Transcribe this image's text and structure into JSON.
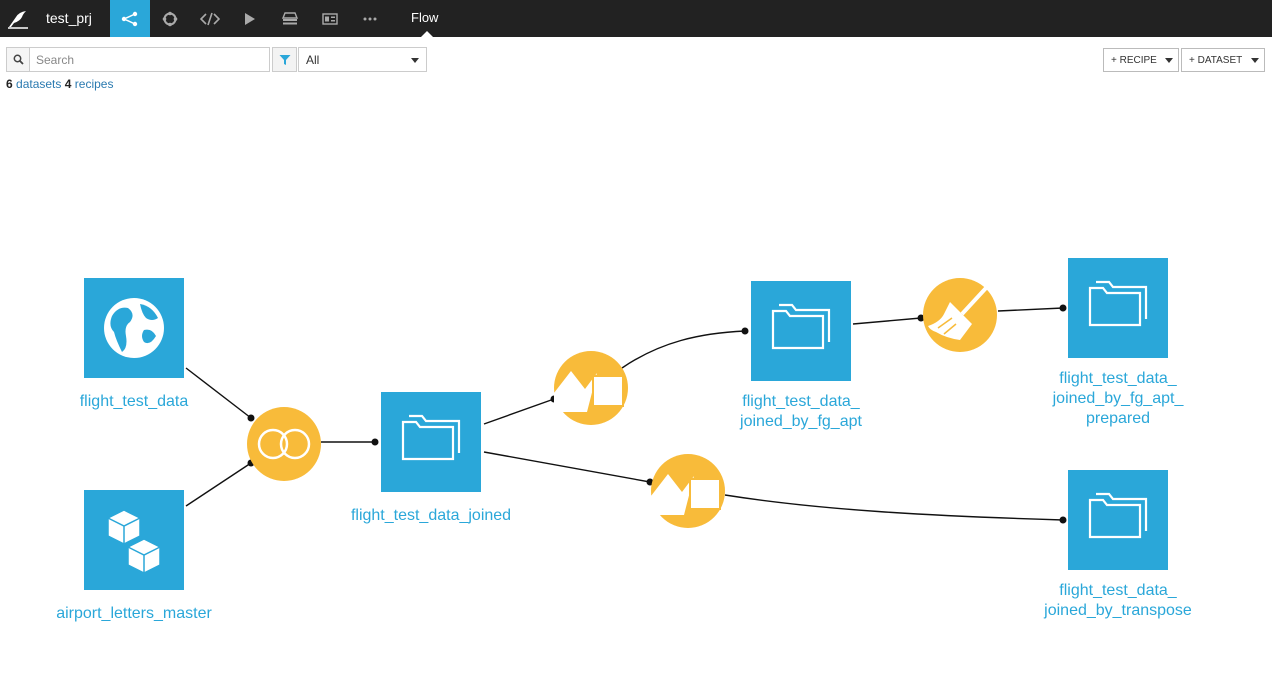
{
  "project": {
    "name": "test_prj"
  },
  "nav": {
    "title": "Flow",
    "icons": [
      "flow-icon",
      "jobs-icon",
      "code-icon",
      "run-icon",
      "notebooks-icon",
      "dashboard-icon",
      "more-icon"
    ]
  },
  "search": {
    "placeholder": "Search",
    "value": ""
  },
  "filter": {
    "selected": "All"
  },
  "counts": {
    "datasets_count": "6",
    "datasets_label": "datasets",
    "recipes_count": "4",
    "recipes_label": "recipes"
  },
  "toolbar": {
    "recipe_label": "+ RECIPE",
    "dataset_label": "+ DATASET"
  },
  "flow": {
    "datasets": {
      "flight_test_data": "flight_test_data",
      "airport_letters_master": "airport_letters_master",
      "joined": "flight_test_data_joined",
      "by_fg_apt": "flight_test_data_\njoined_by_fg_apt",
      "prepared": "flight_test_data_\njoined_by_fg_apt_\nprepared",
      "by_transpose": "flight_test_data_\njoined_by_transpose"
    },
    "recipes": [
      "join",
      "sync",
      "prepare",
      "sync"
    ]
  },
  "colors": {
    "dataset": "#2aa7d9",
    "recipe": "#f8bb3a",
    "topbar": "#222222",
    "active_nav": "#2aa7d9"
  }
}
